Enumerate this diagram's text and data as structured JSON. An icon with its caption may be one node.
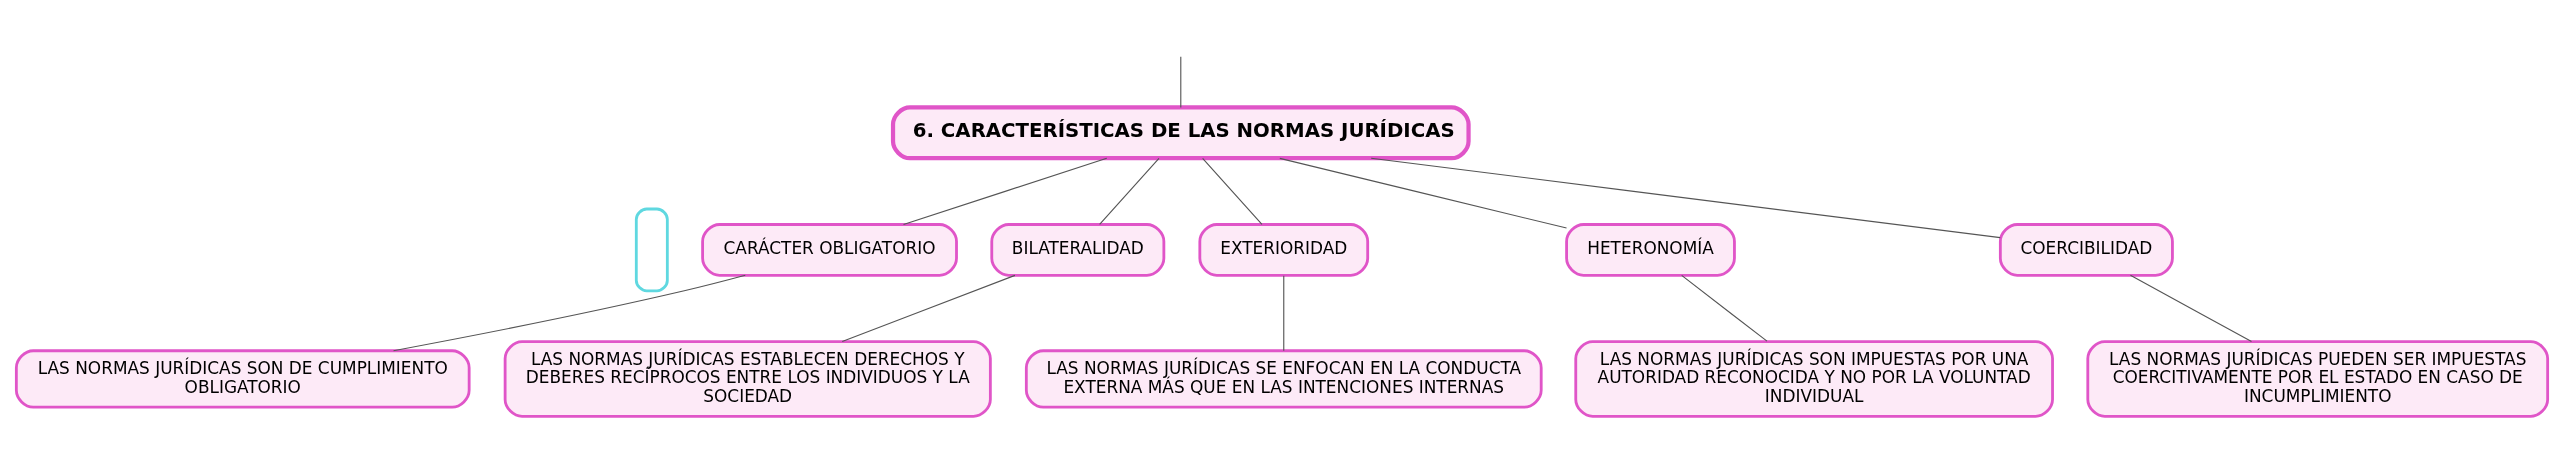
{
  "diagram": {
    "nodes": [
      {
        "text": [
          "6. CARACTERÍSTICAS DE LAS NORMAS JURÍDICAS"
        ]
      },
      {
        "text": [],
        "shape": "box"
      },
      {
        "text": [
          "CARÁCTER OBLIGATORIO"
        ]
      },
      {
        "text": [
          "BILATERALIDAD"
        ]
      },
      {
        "text": [
          "EXTERIORIDAD"
        ]
      },
      {
        "text": [
          "HETERONOMÍA"
        ]
      },
      {
        "text": [
          "COERCIBILIDAD"
        ]
      },
      {
        "text": [
          "LAS NORMAS JURÍDICAS SON DE CUMPLIMIENTO OBLIGATORIO"
        ]
      },
      {
        "text": [
          "LAS NORMAS JURÍDICAS ESTABLECEN DERECHOS Y DEBERES RECÍPROCOS ENTRE LOS INDIVIDUOS Y LA SOCIEDAD"
        ]
      },
      {
        "text": [
          "LAS NORMAS JURÍDICAS SE ENFOCAN EN LA CONDUCTA EXTERNA MÁS QUE EN LAS INTENCIONES INTERNAS"
        ]
      },
      {
        "text": [
          "LAS NORMAS JURÍDICAS SON IMPUESTAS POR UNA AUTORIDAD RECONOCIDA Y NO POR LA VOLUNTAD INDIVIDUAL"
        ]
      },
      {
        "text": [
          "LAS NORMAS JURÍDICAS PUEDEN SER IMPUESTAS COERCITIVAMENTE POR EL ESTADO EN CASO DE INCUMPLIMIENTO"
        ]
      }
    ],
    "edges": [
      {
        "from": null,
        "to": 0,
        "arrow": "none"
      },
      {
        "from": 0,
        "to": 2,
        "arrow": "none"
      },
      {
        "from": 0,
        "to": 3,
        "arrow": "none"
      },
      {
        "from": 0,
        "to": 4,
        "arrow": "none"
      },
      {
        "from": 0,
        "to": 5,
        "arrow": "none"
      },
      {
        "from": 0,
        "to": 6,
        "arrow": "none"
      },
      {
        "from": 2,
        "to": 7,
        "arrow": "none"
      },
      {
        "from": 3,
        "to": 8,
        "arrow": "none"
      },
      {
        "from": 4,
        "to": 9,
        "arrow": "none"
      },
      {
        "from": 5,
        "to": 10,
        "arrow": "none"
      },
      {
        "from": 6,
        "to": 11,
        "arrow": "none"
      }
    ]
  }
}
